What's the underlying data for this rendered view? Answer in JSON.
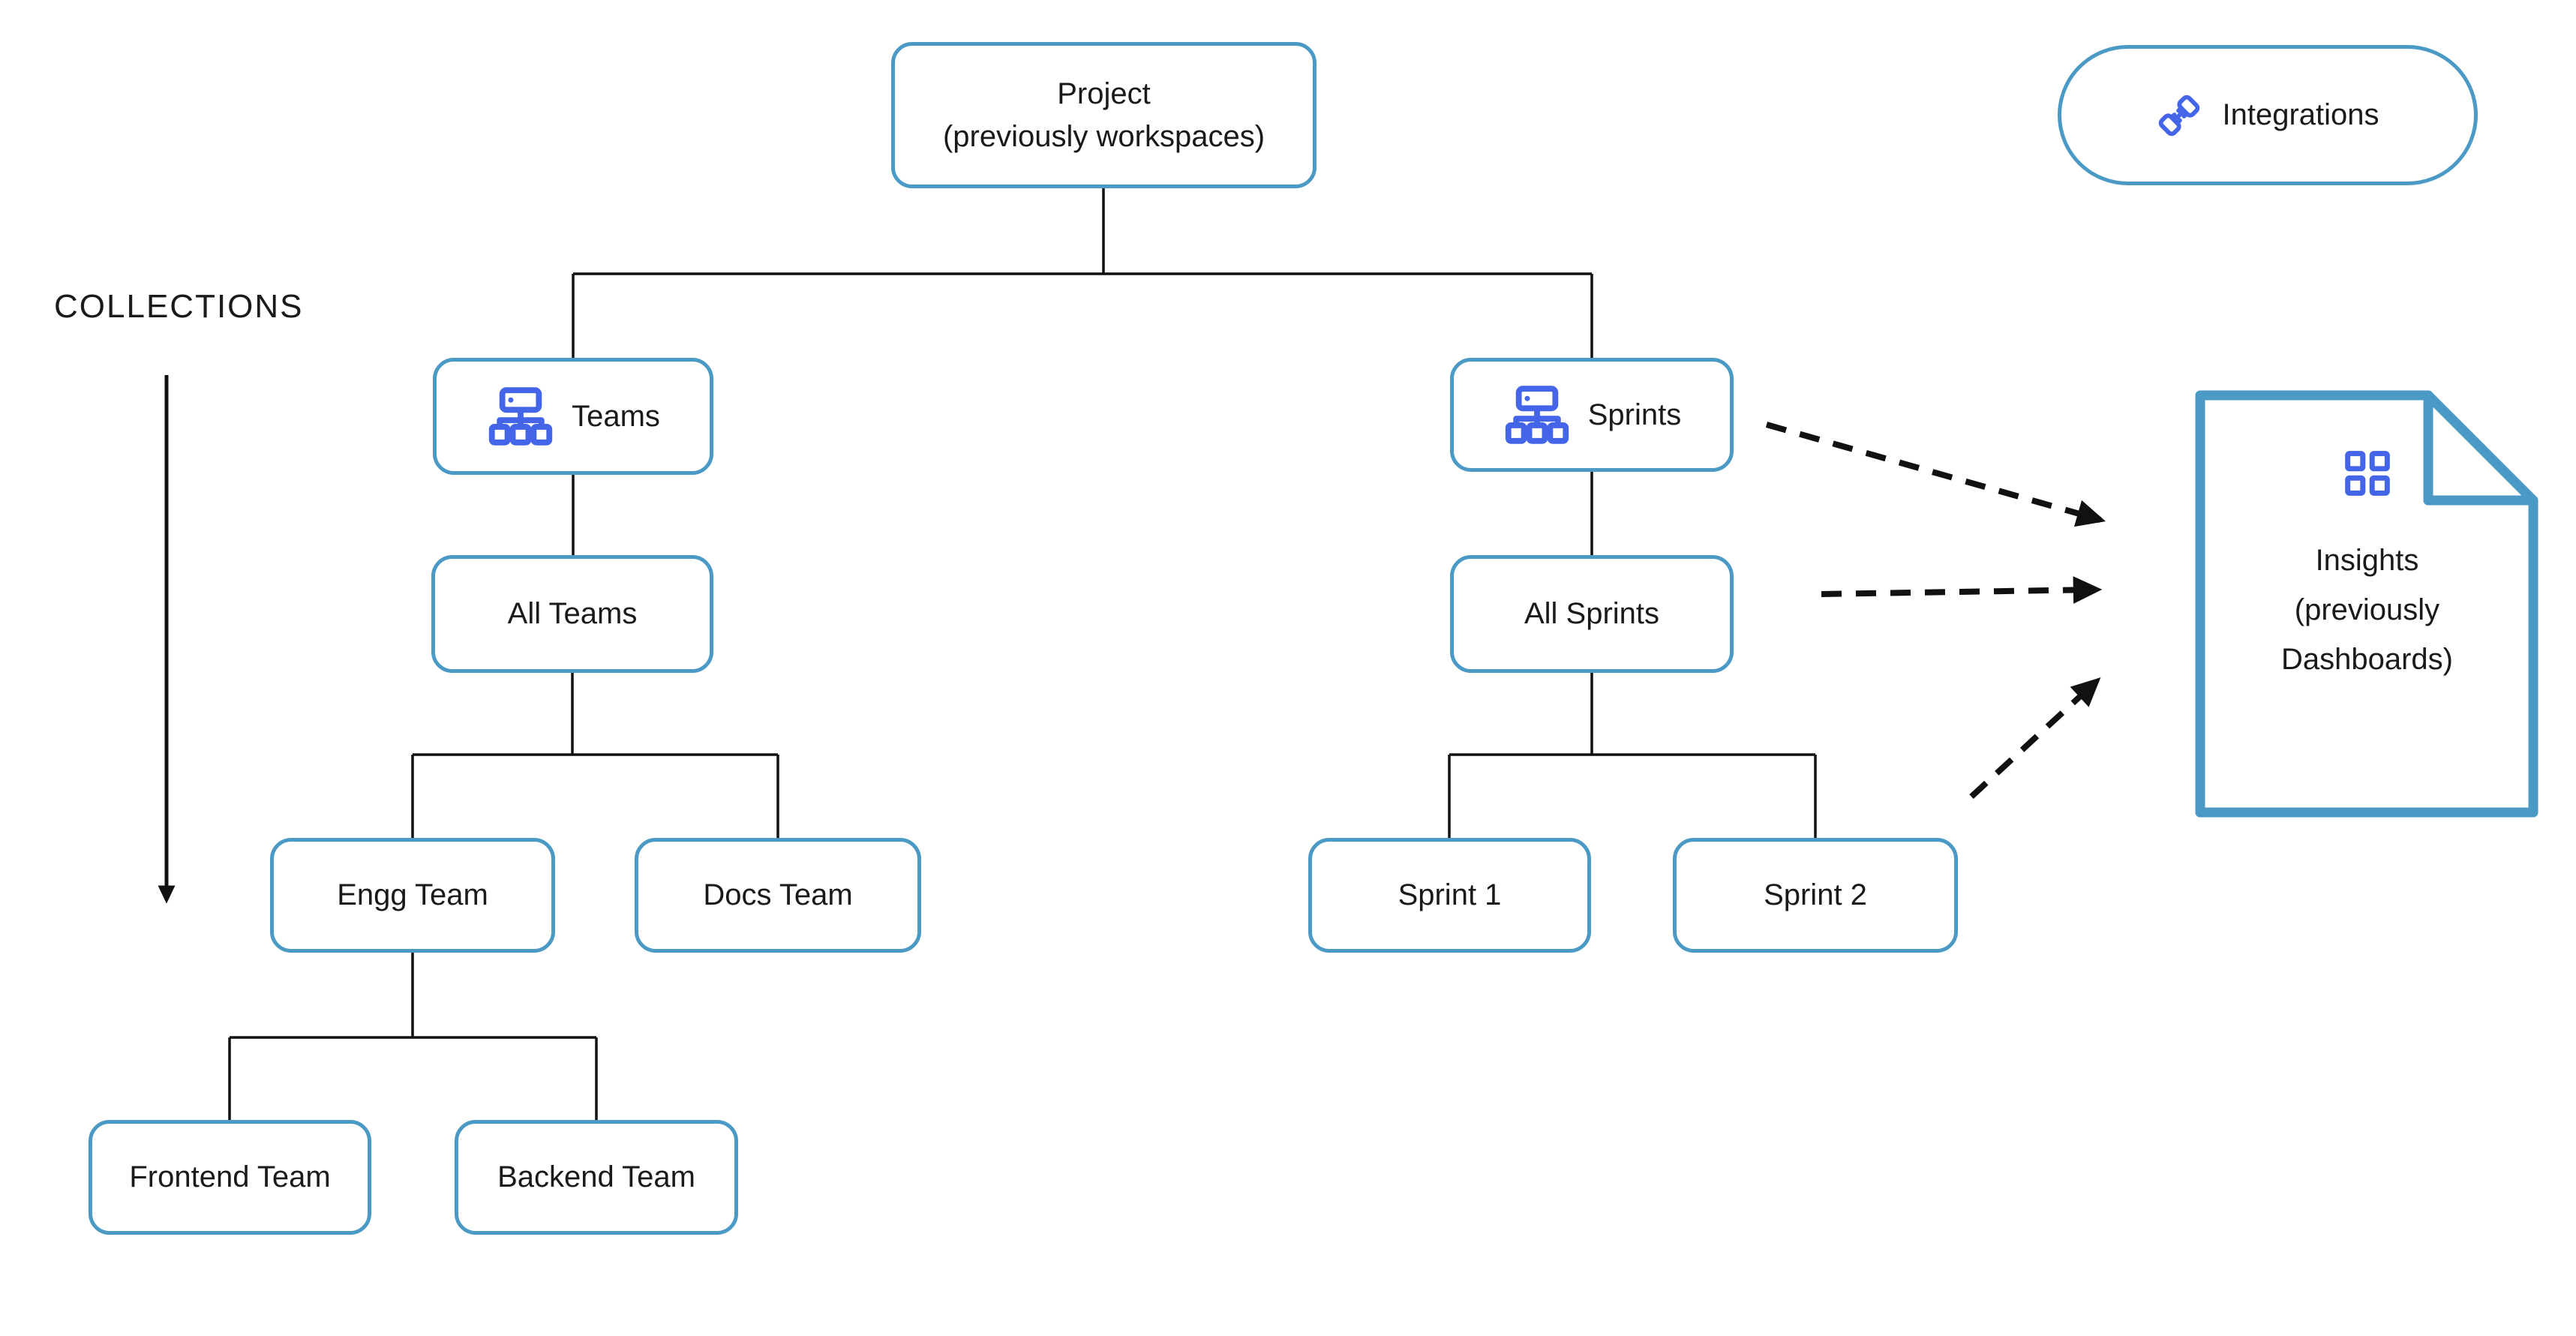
{
  "diagram_title": "Project hierarchy diagram",
  "colors": {
    "accent": "#4b99c5",
    "icon": "#4465e8",
    "line": "#111111",
    "text": "#1a1a1a"
  },
  "labels": {
    "collections": "COLLECTIONS"
  },
  "nodes": {
    "project": {
      "line1": "Project",
      "line2": "(previously workspaces)"
    },
    "integrations": {
      "label": "Integrations",
      "icon": "plug-icon"
    },
    "teams": {
      "label": "Teams",
      "icon": "sitemap-icon"
    },
    "sprints": {
      "label": "Sprints",
      "icon": "sitemap-icon"
    },
    "all_teams": {
      "label": "All Teams"
    },
    "all_sprints": {
      "label": "All Sprints"
    },
    "engg_team": {
      "label": "Engg Team"
    },
    "docs_team": {
      "label": "Docs Team"
    },
    "sprint_1": {
      "label": "Sprint 1"
    },
    "sprint_2": {
      "label": "Sprint 2"
    },
    "frontend_team": {
      "label": "Frontend Team"
    },
    "backend_team": {
      "label": "Backend Team"
    },
    "insights": {
      "icon": "grid-icon",
      "lines": [
        "Insights",
        "(previously",
        "Dashboards)"
      ]
    }
  }
}
